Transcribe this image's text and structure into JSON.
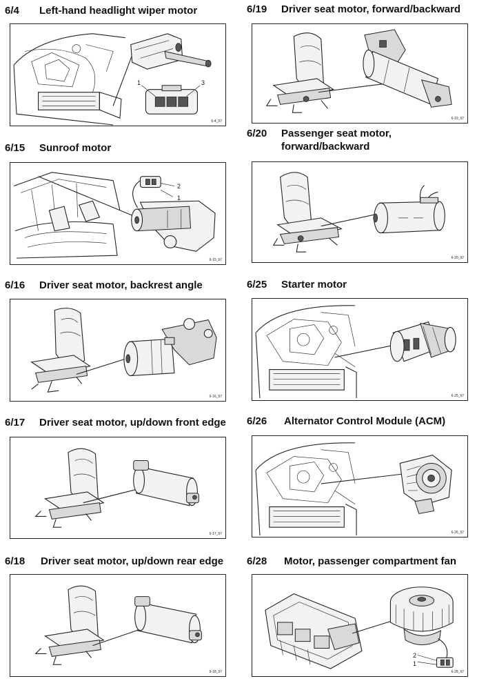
{
  "panels": [
    {
      "code": "6/4",
      "title_lines": [
        "Left-hand headlight wiper motor"
      ],
      "ref": "6-4_97",
      "pins": [
        "1",
        "3"
      ]
    },
    {
      "code": "6/15",
      "title_lines": [
        "Sunroof motor"
      ],
      "ref": "6-15_97",
      "pins": [
        "2",
        "1"
      ]
    },
    {
      "code": "6/16",
      "title_lines": [
        "Driver seat motor, backrest angle"
      ],
      "ref": "6-16_97",
      "pins": []
    },
    {
      "code": "6/17",
      "title_lines": [
        "Driver seat motor, up/down front edge"
      ],
      "ref": "6-17_97",
      "pins": []
    },
    {
      "code": "6/18",
      "title_lines": [
        "Driver seat motor, up/down rear edge"
      ],
      "ref": "6-18_97",
      "pins": []
    },
    {
      "code": "6/19",
      "title_lines": [
        "Driver seat motor, forward/backward"
      ],
      "ref": "6-19_97",
      "pins": []
    },
    {
      "code": "6/20",
      "title_lines": [
        "Passenger seat motor,",
        "forward/backward"
      ],
      "ref": "6-20_97",
      "pins": []
    },
    {
      "code": "6/25",
      "title_lines": [
        "Starter motor"
      ],
      "ref": "6-25_97",
      "pins": []
    },
    {
      "code": "6/26",
      "title_lines": [
        "Alternator Control Module (ACM)"
      ],
      "ref": "6-26_97",
      "pins": []
    },
    {
      "code": "6/28",
      "title_lines": [
        "Motor, passenger compartment fan"
      ],
      "ref": "6-28_97",
      "pins": [
        "2",
        "1"
      ]
    }
  ]
}
